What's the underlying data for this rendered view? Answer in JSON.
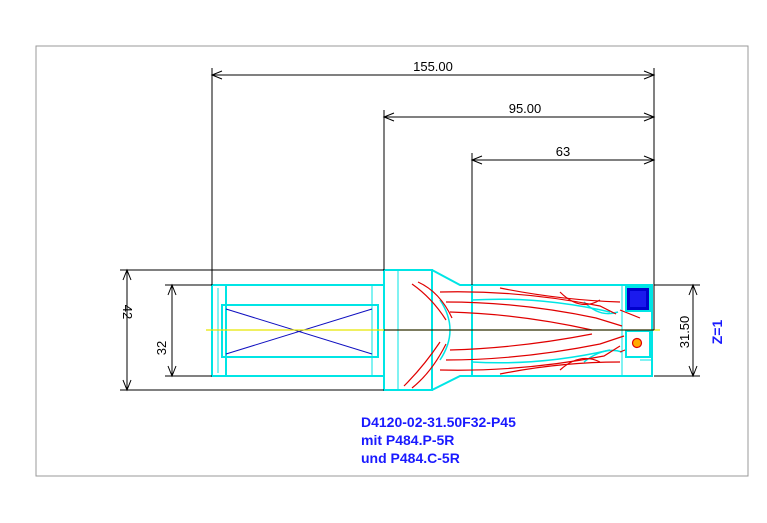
{
  "drawing": {
    "dimensions": {
      "overall_length": "155.00",
      "body_length": "95.00",
      "flute_length": "63",
      "shank_outer": "42",
      "shank_inner": "32",
      "cutting_diameter": "31.50",
      "teeth": "Z=1"
    },
    "part_label": {
      "line1": "D4120-02-31.50F32-P45",
      "line2": "mit P484.P-5R",
      "line3": "und P484.C-5R"
    },
    "colors": {
      "outline": "#00e5e5",
      "flute": "#e00000",
      "insert": "#0000cc",
      "centerline": "#e6e600",
      "dimension": "#000000",
      "label": "#1a1aff"
    }
  }
}
